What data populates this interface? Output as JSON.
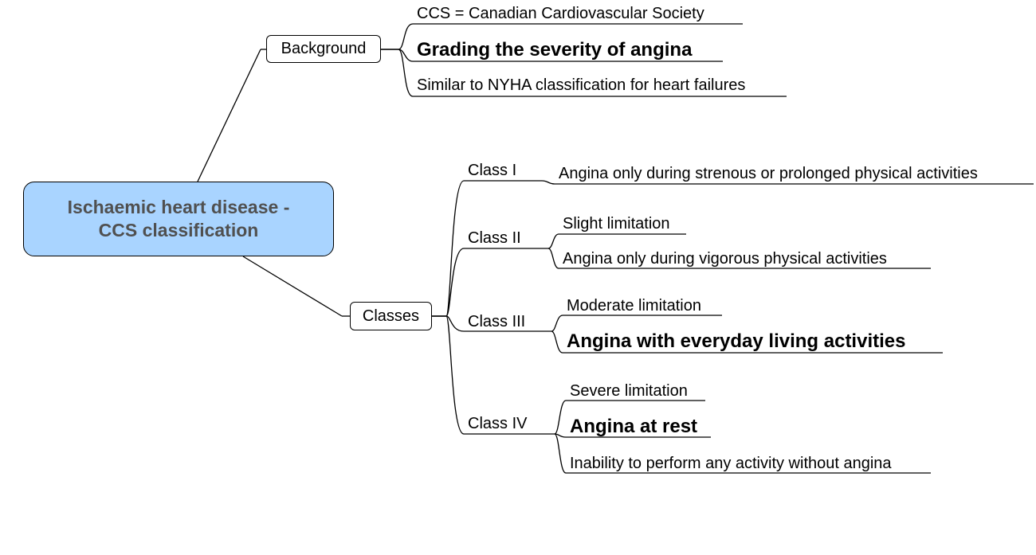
{
  "root": {
    "line1": "Ischaemic heart disease -",
    "line2": "CCS classification"
  },
  "background": {
    "label": "Background",
    "items": [
      "CCS = Canadian Cardiovascular Society",
      "Grading the severity of angina",
      "Similar to NYHA classification for heart failures"
    ]
  },
  "classes": {
    "label": "Classes",
    "groups": [
      {
        "label": "Class I",
        "items": [
          "Angina only during strenous or prolonged physical activities"
        ]
      },
      {
        "label": "Class II",
        "items": [
          "Slight limitation",
          "Angina only during vigorous physical activities"
        ]
      },
      {
        "label": "Class III",
        "items": [
          "Moderate limitation",
          "Angina with everyday living activities"
        ]
      },
      {
        "label": "Class IV",
        "items": [
          "Severe limitation",
          "Angina at rest",
          "Inability to perform any activity without angina"
        ]
      }
    ]
  },
  "colors": {
    "root_fill": "#a9d4ff",
    "root_text": "#505050",
    "line": "#000000"
  }
}
